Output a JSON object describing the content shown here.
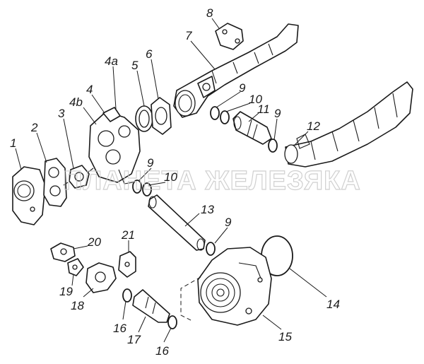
{
  "watermark": "ПЛАНЕТА ЖЕЛЕЗЯКА",
  "callouts": {
    "p1": "1",
    "p2": "2",
    "p3": "3",
    "p4": "4",
    "p4a": "4a",
    "p4b": "4b",
    "p5": "5",
    "p6": "6",
    "p7": "7",
    "p8": "8",
    "p9a": "9",
    "p9b": "9",
    "p9c": "9",
    "p9d": "9",
    "p10a": "10",
    "p10b": "10",
    "p11": "11",
    "p12": "12",
    "p13": "13",
    "p14": "14",
    "p15": "15",
    "p16a": "16",
    "p16b": "16",
    "p17": "17",
    "p18": "18",
    "p19": "19",
    "p20": "20",
    "p21": "21"
  }
}
